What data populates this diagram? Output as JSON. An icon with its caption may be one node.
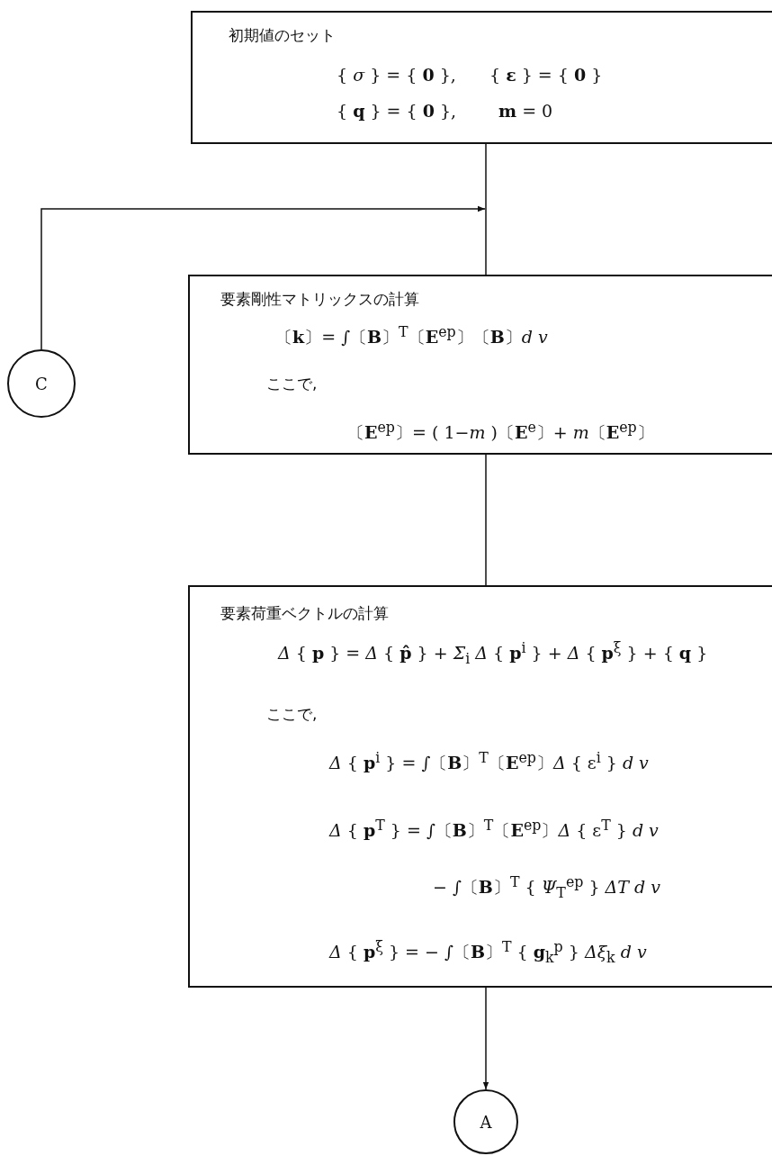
{
  "diagram": {
    "nodes": [
      {
        "text": [
          "初期値のセット",
          "{ *σ* } = { **0** },",
          "{ **ε** } = { **0** }",
          "{ **q** } = { **0** },",
          "**m** = 0"
        ]
      },
      {
        "text": [
          "要素剛性マトリックスの計算",
          "〔**k**〕= ∫〔**B**〕$^{T}$〔**E**$^{ep}$〕〔**B**〕*d v*",
          "ここで,",
          "〔**E**$^{ep}$〕= ( 1−*m* )〔**E**$^{e}$〕+ *m*〔**E**$^{ep}$〕"
        ]
      },
      {
        "text": [
          "C"
        ]
      },
      {
        "text": [
          "要素荷重ベクトルの計算",
          "*Δ* { **p** } = *Δ* { **p̂** } + *Σ*$_{i}$ *Δ* { **p**$^{i}$ } + *Δ* { **p**$^{ξ}$ } + { **q** }",
          "ここで,",
          "*Δ* { **p**$^{i}$ } = ∫〔**B**〕$^{T}$〔**E**$^{ep}$〕*Δ* { ε$^{i}$ } *d v*",
          "*Δ* { **p**$^{T}$ } = ∫〔**B**〕$^{T}$〔**E**$^{ep}$〕*Δ* { ε$^{T}$ } *d v*",
          "− ∫〔**B**〕$^{T}$ { *Ψ*$_{T}$$^{ep}$ } *ΔT d v*",
          "*Δ* { **p**$^{ξ}$ } = − ∫〔**B**〕$^{T}$ { **g**$_{k}$$^{p}$ } *Δξ*$_{k}$ *d v*"
        ]
      },
      {
        "text": [
          "A"
        ]
      }
    ],
    "edges": [
      {
        "from": 0,
        "to": 1,
        "arrow": "none"
      },
      {
        "from": 2,
        "to": 1,
        "arrow": "to"
      },
      {
        "from": 1,
        "to": 3,
        "arrow": "none"
      },
      {
        "from": 3,
        "to": 4,
        "arrow": "to"
      }
    ]
  }
}
